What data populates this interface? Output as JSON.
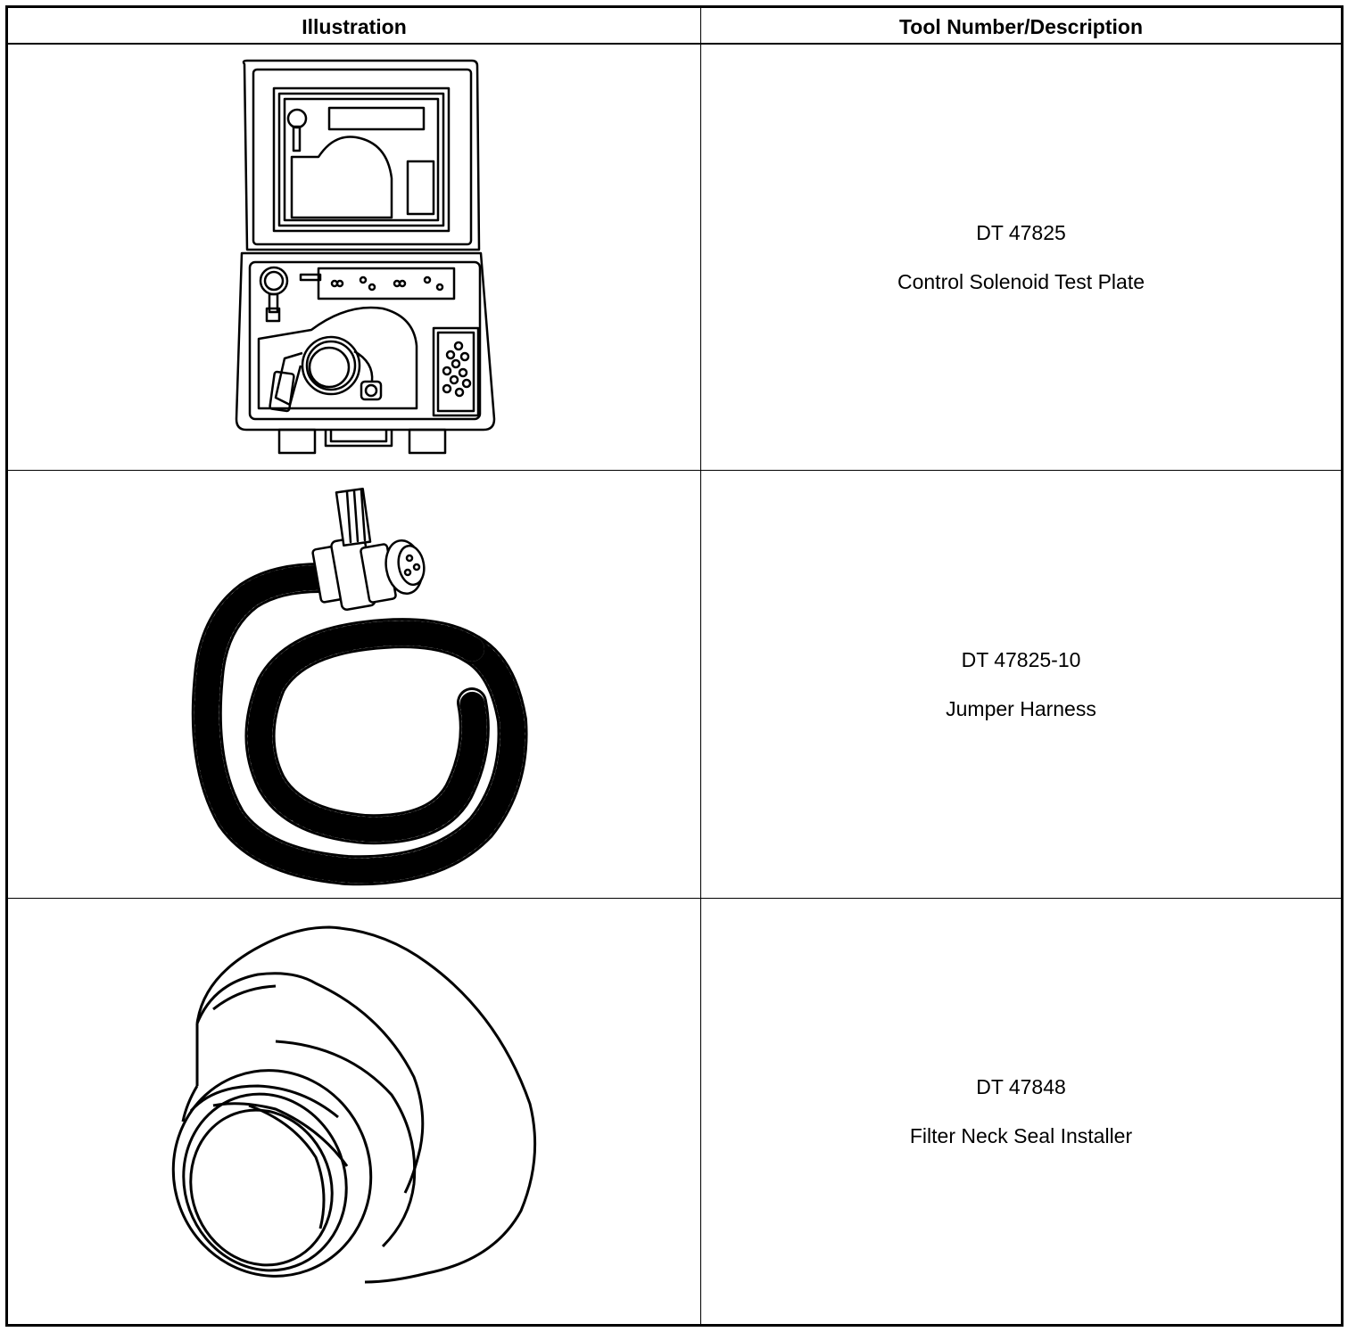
{
  "header": {
    "illustration": "Illustration",
    "tool": "Tool Number/Description"
  },
  "rows": [
    {
      "tool_number": "DT 47825",
      "description": "Control Solenoid Test Plate",
      "illustration": "test-plate-kit-case"
    },
    {
      "tool_number": "DT 47825-10",
      "description": "Jumper Harness",
      "illustration": "jumper-harness"
    },
    {
      "tool_number": "DT 47848",
      "description": "Filter Neck Seal Installer",
      "illustration": "seal-installer"
    }
  ]
}
